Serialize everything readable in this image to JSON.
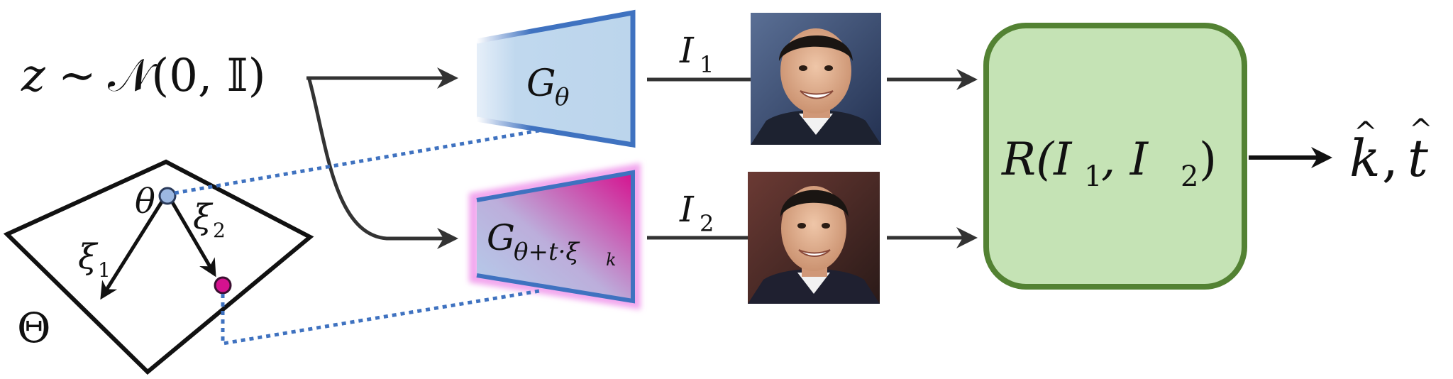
{
  "input": {
    "z": "z",
    "sim": "∼",
    "normal": "𝒩(0, 𝕀)"
  },
  "generators": {
    "top": {
      "G": "G",
      "sub": "θ"
    },
    "bottom": {
      "G": "G",
      "sub": "θ+t·ξ",
      "subsub": "k"
    }
  },
  "images": {
    "top": {
      "I": "I",
      "sub": "1"
    },
    "bottom": {
      "I": "I",
      "sub": "2"
    }
  },
  "regressor": {
    "label": "R(I",
    "sub1": "1",
    "mid": ", I",
    "sub2": "2",
    "end": ")"
  },
  "output": {
    "k": "k",
    "t": "t",
    "hat": "^",
    "comma": ","
  },
  "parameter_space": {
    "Theta": "Θ",
    "theta": "θ",
    "xi1": "ξ",
    "xi1_sub": "1",
    "xi2": "ξ",
    "xi2_sub": "2"
  },
  "colors": {
    "arrow": "#333333",
    "generator_fill": "#c0d8ee",
    "generator_edge": "#3f72c0",
    "generator_glow": "#f2a6ee",
    "magenta": "#d5128f",
    "regressor_fill": "#c5e3b5",
    "regressor_edge": "#538233",
    "dotted": "#3f72c0",
    "theta_point": "#9cb8e2"
  }
}
